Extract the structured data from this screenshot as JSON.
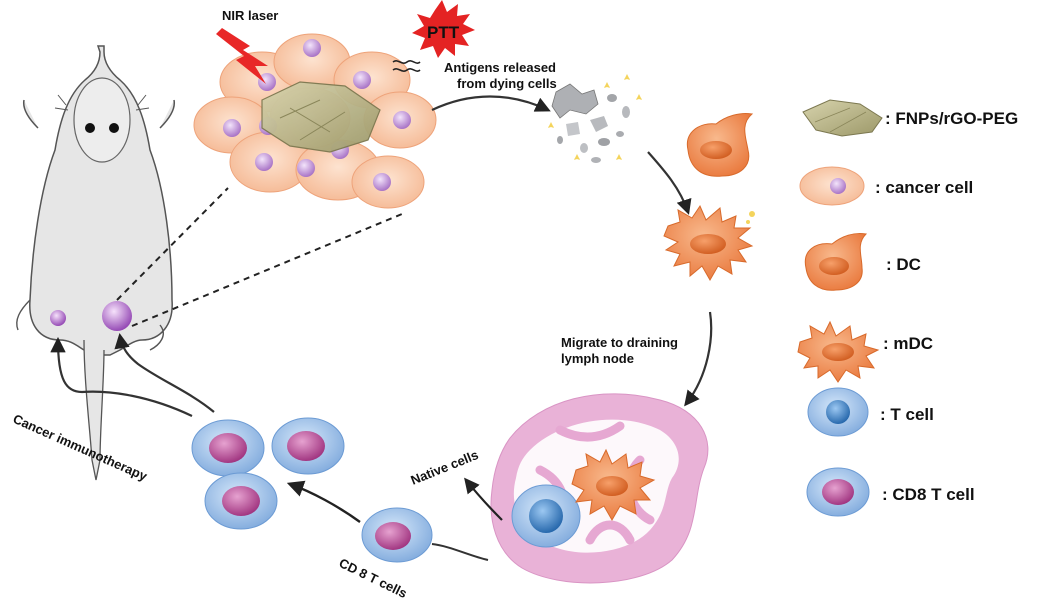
{
  "labels": {
    "nir_laser": "NIR laser",
    "ptt": "PTT",
    "antigens_line1": "Antigens released",
    "antigens_line2": "from dying cells",
    "migrate_line1": "Migrate to draining",
    "migrate_line2": "lymph node",
    "native_cells": "Native cells",
    "cd8_cells": "CD 8 T cells",
    "immunotherapy": "Cancer immunotherapy"
  },
  "legend": [
    {
      "icon": "fnps-rgo-peg-icon",
      "text": ": FNPs/rGO-PEG"
    },
    {
      "icon": "cancer-cell-icon",
      "text": ": cancer cell"
    },
    {
      "icon": "dendritic-cell-icon",
      "text": ": DC"
    },
    {
      "icon": "mature-dendritic-cell-icon",
      "text": ": mDC"
    },
    {
      "icon": "t-cell-icon",
      "text": ": T cell"
    },
    {
      "icon": "cd8-t-cell-icon",
      "text": ": CD8 T cell"
    }
  ],
  "colors": {
    "cancer_cell": "#f9c9a8",
    "cancer_nucleus": "#c79ad8",
    "dc": "#f0935a",
    "dc_nucleus": "#e9702f",
    "t_cell": "#8fb8e6",
    "t_nucleus": "#3e86cc",
    "cd8_nucleus": "#c0569e",
    "lymph_node": "#e7a7d2",
    "nanosheet": "#b9b58c",
    "laser": "#e82727"
  }
}
